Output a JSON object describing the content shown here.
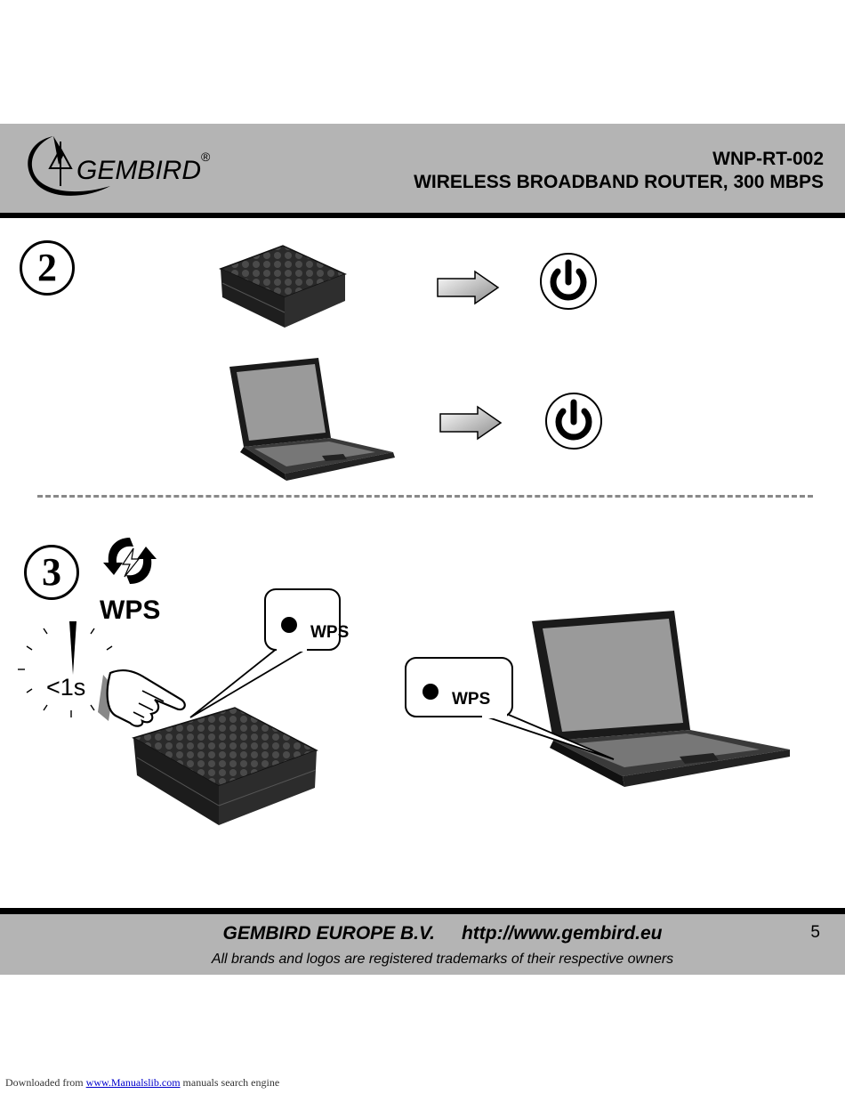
{
  "header": {
    "brand": "GEMBIRD",
    "registered_mark": "®",
    "model": "WNP-RT-002",
    "product": "WIRELESS BROADBAND ROUTER, 300 MBPS"
  },
  "steps": {
    "step2_number": "2",
    "step3_number": "3"
  },
  "wps": {
    "logo_label": "WPS",
    "timer_label": "<1s",
    "router_bubble_label": "WPS",
    "laptop_bubble_label": "WPS"
  },
  "footer": {
    "company": "GEMBIRD EUROPE B.V.",
    "website": "http://www.gembird.eu",
    "trademark": "All brands and logos are registered trademarks of their respective owners",
    "page_number": "5"
  },
  "download_note": {
    "prefix": "Downloaded from",
    "link": "www.Manualslib.com",
    "suffix": "manuals search engine"
  },
  "icons": [
    "power-icon",
    "arrow-right-icon",
    "wps-icon",
    "hand-press-icon",
    "router-icon",
    "laptop-icon"
  ]
}
